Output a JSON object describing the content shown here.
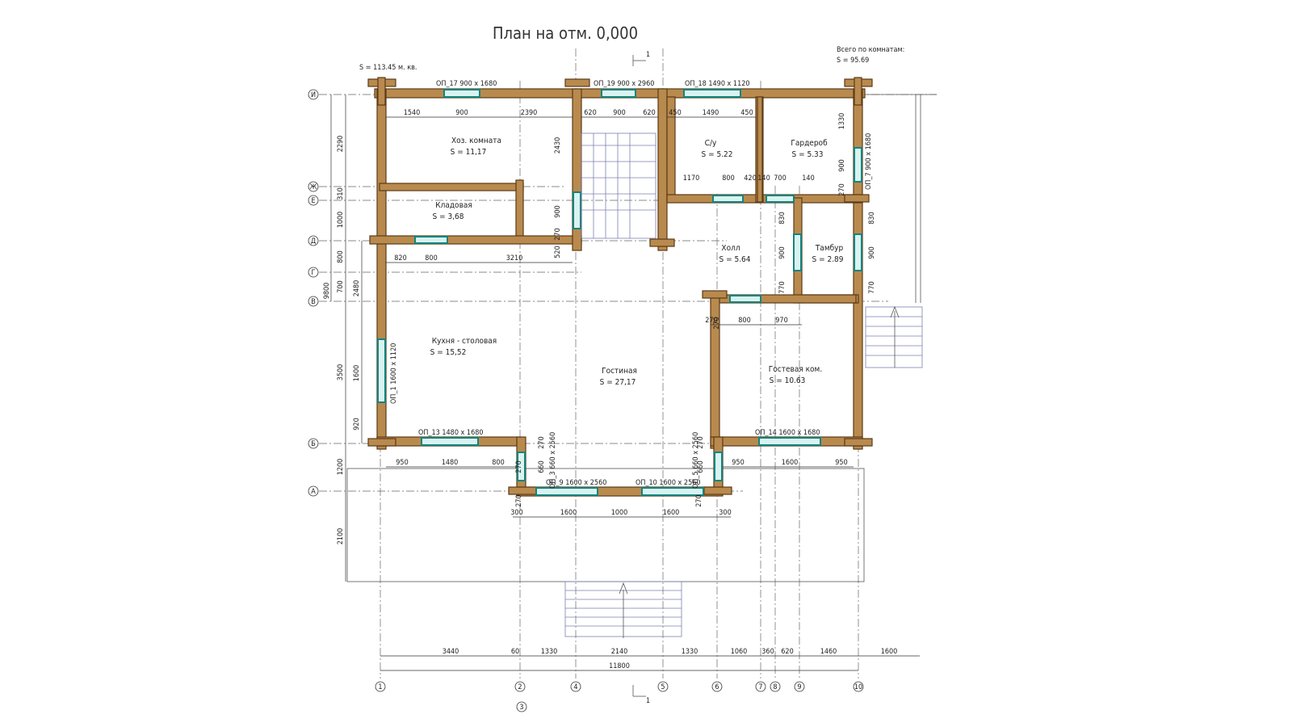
{
  "title": "План на отм. 0,000",
  "summary": {
    "total_area": "S  =  113.45 м. кв.",
    "rooms_total_label": "Всего по комнатам:",
    "rooms_total_value": "S   =  95.69",
    "section_mark": "1"
  },
  "rooms": [
    {
      "name": "Хоз. комната",
      "area": "S = 11,17"
    },
    {
      "name": "Кладовая",
      "area": "S = 3,68"
    },
    {
      "name": "С/у",
      "area": "S = 5.22"
    },
    {
      "name": "Гардероб",
      "area": "S = 5.33"
    },
    {
      "name": "Холл",
      "area": "S = 5.64"
    },
    {
      "name": "Тамбур",
      "area": "S = 2.89"
    },
    {
      "name": "Кухня - столовая",
      "area": "S = 15,52"
    },
    {
      "name": "Гостиная",
      "area": "S = 27,17"
    },
    {
      "name": "Гостевая ком.",
      "area": "S = 10.63"
    }
  ],
  "windows": [
    "ОП_17 900 x 1680",
    "ОП_19 900 x 2960",
    "ОП_18 1490 x 1120",
    "ОП_7 900 x 1680",
    "ОП_1 1600 x 1120",
    "ОП_13 1480 x 1680",
    "ОП_3 660 x 2560",
    "ОП_9 1600 x 2560",
    "ОП_10 1600 x 2560",
    "ОП_5 660 x 2560",
    "ОП_14 1600 x 1680"
  ],
  "axes_horizontal": [
    "И",
    "Ж",
    "Е",
    "Д",
    "Г",
    "В",
    "Б",
    "А"
  ],
  "axes_vertical": [
    "1",
    "2",
    "3",
    "4",
    "5",
    "6",
    "7",
    "8",
    "9",
    "10"
  ],
  "dims_bottom": [
    "3440",
    "60",
    "1330",
    "2140",
    "1330",
    "1060",
    "360",
    "620",
    "1460",
    "1600"
  ],
  "dim_total": "11800",
  "dims_left_outer": [
    "2290",
    "310",
    "1000",
    "800",
    "700",
    "3500",
    "1200",
    "2100"
  ],
  "dims_left_inner": [
    "9800",
    "2480"
  ],
  "dims_inner": [
    "1540",
    "900",
    "2390",
    "620",
    "900",
    "620",
    "450",
    "1490",
    "450",
    "2430",
    "1330",
    "900",
    "270",
    "1170",
    "800",
    "420",
    "140",
    "700",
    "140",
    "900",
    "270",
    "520",
    "820",
    "800",
    "3210",
    "830",
    "900",
    "770",
    "830",
    "900",
    "770",
    "270",
    "800",
    "970",
    "1600",
    "920",
    "950",
    "1480",
    "800",
    "950",
    "1600",
    "950",
    "270",
    "660",
    "270",
    "270",
    "660",
    "270",
    "270",
    "270",
    "300",
    "1600",
    "1000",
    "1600",
    "300"
  ]
}
